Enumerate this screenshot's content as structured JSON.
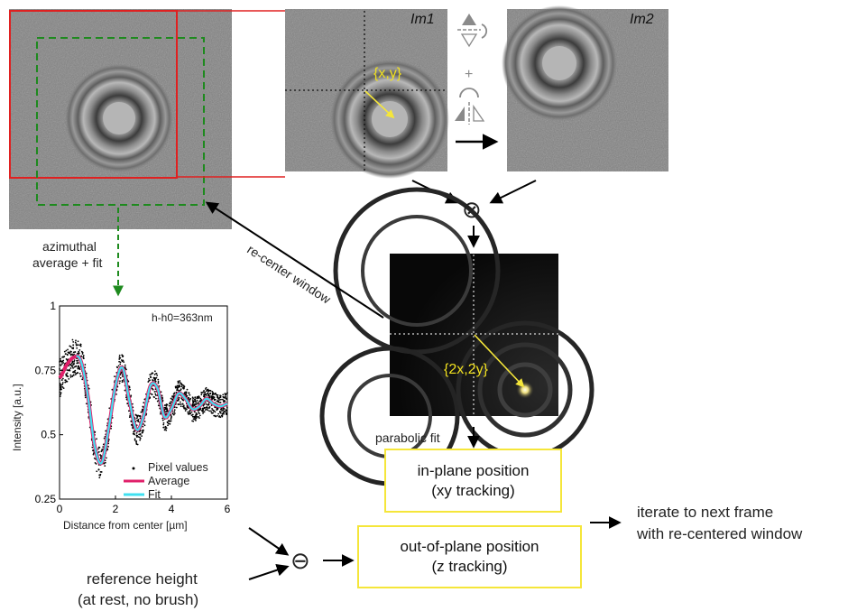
{
  "panels": {
    "im1_label": "Im1",
    "im2_label": "Im2",
    "xy_label": "{x,y}",
    "plus_sign": "+",
    "corr_label": "{2x,2y}"
  },
  "labels": {
    "azimuthal_line1": "azimuthal",
    "azimuthal_line2": "average + fit",
    "recenter": "re-center window",
    "parabolic_fit": "parabolic fit",
    "iterate_line1": "iterate to next frame",
    "iterate_line2": "with re-centered window",
    "reference_line1": "reference height",
    "reference_line2": "(at rest, no brush)"
  },
  "boxes": {
    "inplane_line1": "in-plane position",
    "inplane_line2": "(xy tracking)",
    "outplane_line1": "out-of-plane position",
    "outplane_line2": "(z tracking)"
  },
  "operators": {
    "multiply_symbol": "⊗",
    "minus_symbol": "⊖"
  },
  "colors": {
    "red_window": "#e02020",
    "green_window": "#1e8a1e",
    "yellow": "#f5e63a",
    "average": "#e0206a",
    "fit": "#40e0f0"
  },
  "chart_data": {
    "type": "scatter",
    "annotation": "h-h0=363nm",
    "xlabel": "Distance from center [µm]",
    "ylabel": "Intensity [a.u.]",
    "xlim": [
      0,
      6
    ],
    "ylim": [
      0.25,
      1
    ],
    "x_ticks": [
      "0",
      "2",
      "4",
      "6"
    ],
    "y_ticks": [
      "0.25",
      "0.5",
      "0.75",
      "1"
    ],
    "legend": [
      "Pixel values",
      "Average",
      "Fit"
    ],
    "legend_position": "bottom-right",
    "series": [
      {
        "name": "Average",
        "x": [
          0,
          0.25,
          0.5,
          0.75,
          1.0,
          1.25,
          1.5,
          1.75,
          2.0,
          2.25,
          2.5,
          2.75,
          3.0,
          3.25,
          3.5,
          3.75,
          4.0,
          4.25,
          4.5,
          4.75,
          5.0,
          5.25,
          5.5,
          5.75,
          6.0
        ],
        "y": [
          0.72,
          0.77,
          0.8,
          0.79,
          0.66,
          0.46,
          0.39,
          0.52,
          0.69,
          0.76,
          0.63,
          0.52,
          0.57,
          0.69,
          0.68,
          0.57,
          0.6,
          0.66,
          0.64,
          0.6,
          0.61,
          0.64,
          0.62,
          0.61,
          0.62
        ]
      },
      {
        "name": "Fit",
        "x": [
          0,
          0.25,
          0.5,
          0.75,
          1.0,
          1.25,
          1.5,
          1.75,
          2.0,
          2.25,
          2.5,
          2.75,
          3.0,
          3.25,
          3.5,
          3.75,
          4.0,
          4.25,
          4.5,
          4.75,
          5.0,
          5.25,
          5.5,
          5.75,
          6.0
        ],
        "y": [
          0.73,
          0.77,
          0.8,
          0.79,
          0.66,
          0.46,
          0.39,
          0.52,
          0.69,
          0.76,
          0.63,
          0.52,
          0.57,
          0.69,
          0.68,
          0.57,
          0.6,
          0.66,
          0.64,
          0.6,
          0.61,
          0.64,
          0.62,
          0.61,
          0.62
        ]
      }
    ]
  }
}
